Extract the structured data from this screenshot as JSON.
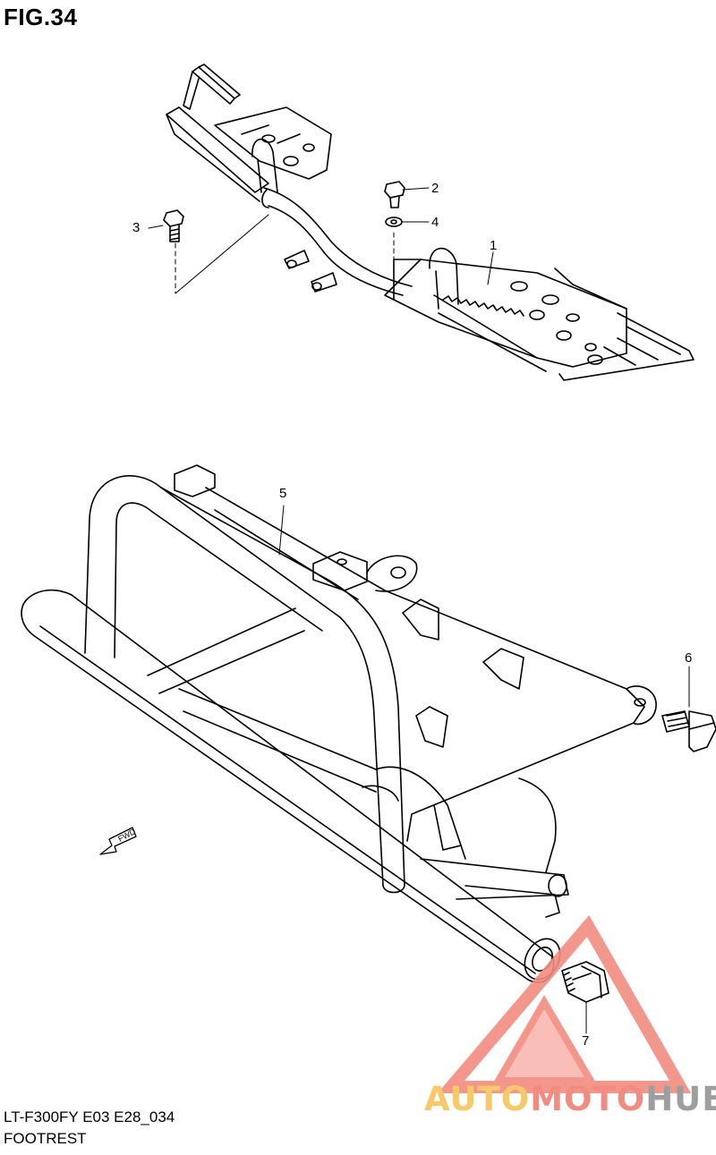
{
  "figure": {
    "title": "FIG.34"
  },
  "callouts": [
    "1",
    "2",
    "3",
    "4",
    "5",
    "6",
    "7"
  ],
  "footer": {
    "code": "LT-F300FY E03 E28_034",
    "name": "FOOTREST"
  },
  "fwd_label": "FWD",
  "watermark": {
    "part1": "AUTO",
    "part2": "MOTO",
    "part3": "HUB",
    "colors": {
      "auto": "#f7c96a",
      "moto": "#f28c80",
      "hub": "#9e9e9e",
      "triangle": "#f28c80"
    }
  }
}
